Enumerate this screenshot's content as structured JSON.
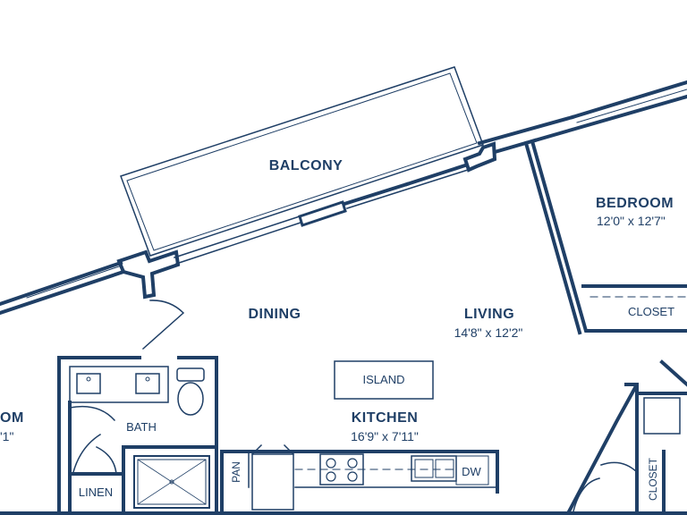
{
  "colors": {
    "ink": "#1f3f66",
    "background": "#ffffff",
    "fixture_fill": "#eef1f5"
  },
  "rooms": {
    "balcony": {
      "label": "BALCONY"
    },
    "bedroom": {
      "label": "BEDROOM",
      "size": "12'0\" x 12'7\""
    },
    "dining": {
      "label": "DINING"
    },
    "living": {
      "label": "LIVING",
      "size": "14'8\" x 12'2\""
    },
    "kitchen": {
      "label": "KITCHEN",
      "size": "16'9\" x 7'11\""
    },
    "bath": {
      "label": "BATH"
    },
    "left_room": {
      "label_fragment": "OM",
      "size_fragment": "'1\""
    }
  },
  "fixtures": {
    "island": "ISLAND",
    "closet_bedroom": "CLOSET",
    "closet_vertical": "CLOSET",
    "linen": "LINEN",
    "pantry": "PAN",
    "dishwasher": "DW"
  },
  "icons": [
    "toilet-icon",
    "sink-icon",
    "range-icon",
    "shower-icon",
    "door-swing-icon"
  ]
}
